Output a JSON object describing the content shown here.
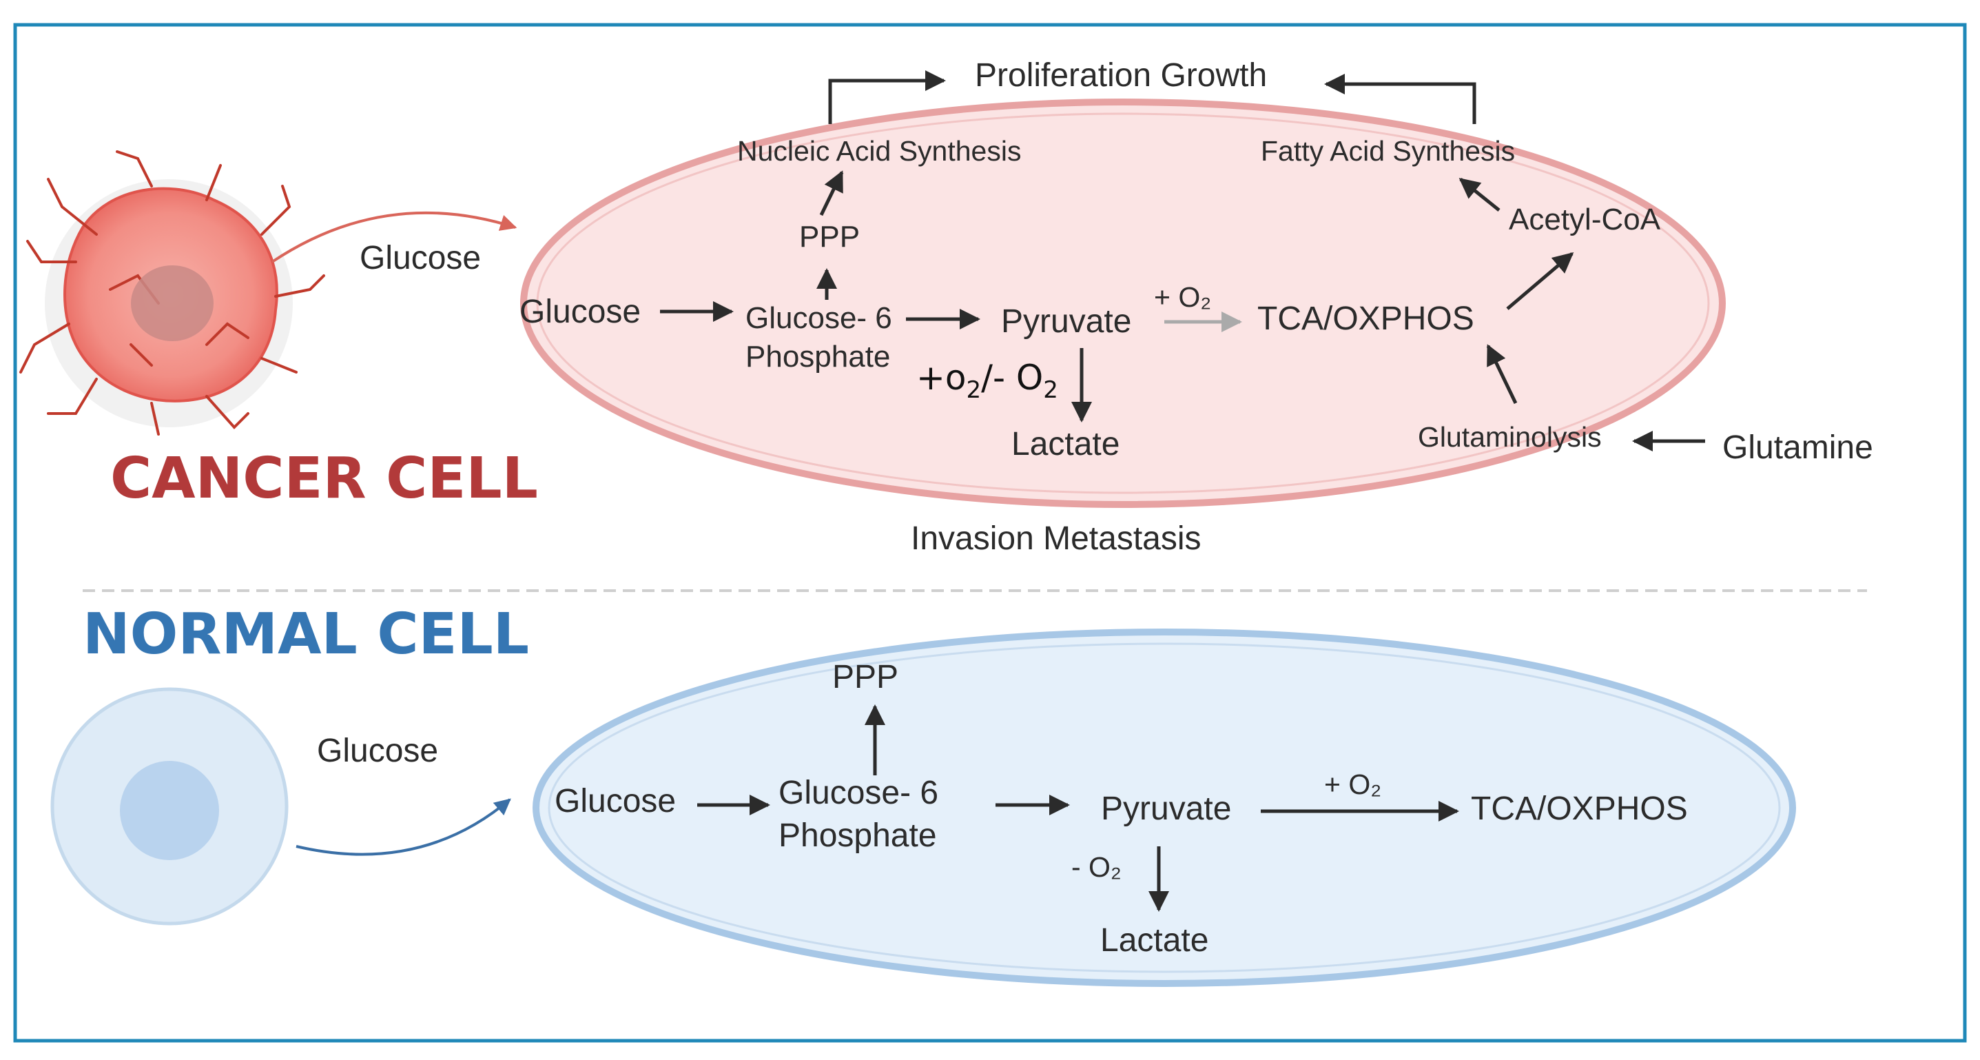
{
  "cancer": {
    "title": "CANCER CELL",
    "outer_glucose": "Glucose",
    "glucose": "Glucose",
    "g6p_line1": "Glucose- 6",
    "g6p_line2": "Phosphate",
    "ppp": "PPP",
    "nucleic": "Nucleic Acid Synthesis",
    "proliferation": "Proliferation Growth",
    "fatty": "Fatty Acid Synthesis",
    "acetyl": "Acetyl-CoA",
    "pyruvate": "Pyruvate",
    "plus_o2": "+ O₂",
    "tca": "TCA/OXPHOS",
    "o2_prefix": "+o",
    "o2_sub2": "2",
    "o2_mid": "/- O",
    "o2_sub2b": "2",
    "lactate": "Lactate",
    "glutaminolysis": "Glutaminolysis",
    "glutamine": "Glutamine",
    "invasion": "Invasion Metastasis"
  },
  "normal": {
    "title": "NORMAL CELL",
    "outer_glucose": "Glucose",
    "glucose": "Glucose",
    "g6p_line1": "Glucose- 6",
    "g6p_line2": "Phosphate",
    "ppp": "PPP",
    "pyruvate": "Pyruvate",
    "plus_o2": "+ O₂",
    "minus_o2": "- O₂",
    "tca": "TCA/OXPHOS",
    "lactate": "Lactate"
  },
  "colors": {
    "frame": "#1f88b8",
    "cancer_fill": "#fbe4e4",
    "cancer_stroke": "#e7a2a2",
    "normal_fill": "#e5f0fa",
    "normal_stroke": "#a7c7e6",
    "cancer_title": "#b23a3a",
    "normal_title": "#3576b3",
    "arrow": "#2b2b2b"
  }
}
